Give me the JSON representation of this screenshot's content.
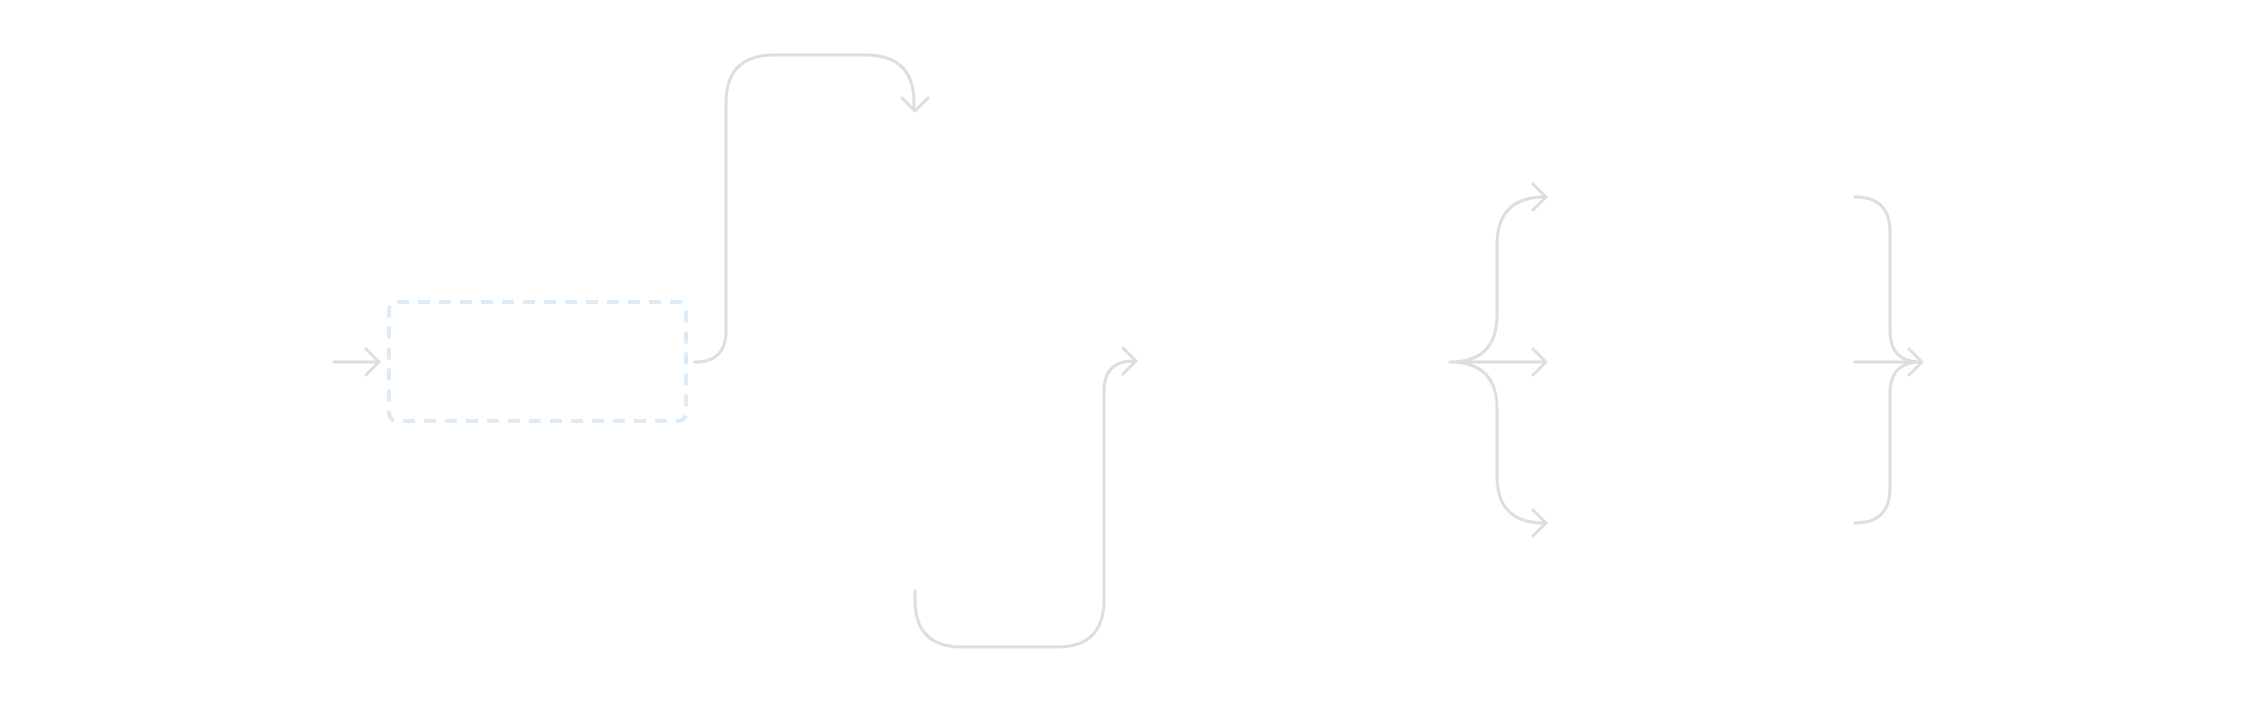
{
  "diagram": {
    "type": "railroad-diagram",
    "connector_color": "#dedede",
    "placeholder_color": "#dcebf8",
    "connectors": [
      {
        "id": "entry-arrow",
        "kind": "straight-arrow"
      },
      {
        "id": "loop-over-arrow",
        "kind": "curved-arrow"
      },
      {
        "id": "loop-under-arrow",
        "kind": "curved-arrow"
      },
      {
        "id": "branch-top-arrow",
        "kind": "curved-arrow"
      },
      {
        "id": "branch-middle-arrow",
        "kind": "straight-arrow"
      },
      {
        "id": "branch-bottom-arrow",
        "kind": "curved-arrow"
      },
      {
        "id": "merge-arrow",
        "kind": "curved-arrow"
      }
    ],
    "placeholders": [
      {
        "id": "active-node",
        "style": "dashed"
      }
    ]
  }
}
